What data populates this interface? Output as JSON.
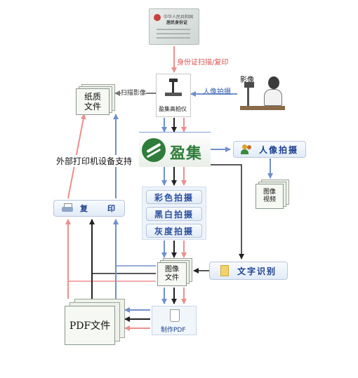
{
  "id_card": {
    "line1": "中华人民共和国",
    "line2": "居民身份证"
  },
  "nodes": {
    "id_scan_label": "身份证扫描/复印",
    "camera_label": "影像",
    "portrait_label": "人像拍摄",
    "paper_doc": "纸质\n文件",
    "scan_label": "扫描影像",
    "scanner_name": "盈集高拍仪",
    "brand": "盈集",
    "portrait_button": "人像拍摄",
    "image_video": "图像\n视频",
    "external_support": "外部打印机设备支持",
    "copy_button": "复　　印",
    "color_btn": "彩色拍摄",
    "bw_btn": "黑白拍摄",
    "gray_btn": "灰度拍摄",
    "image_file": "图像\n文件",
    "ocr_button": "文字识别",
    "pdf_file": "PDF文件",
    "make_pdf": "制作PDF"
  },
  "colors": {
    "red_arrow": "#ee8e8e",
    "blue_arrow": "#6f90cc",
    "black_arrow": "#222222",
    "brand_green": "#2f7d3a",
    "button_text": "#1c3f8f",
    "label_red": "#d9534f"
  }
}
